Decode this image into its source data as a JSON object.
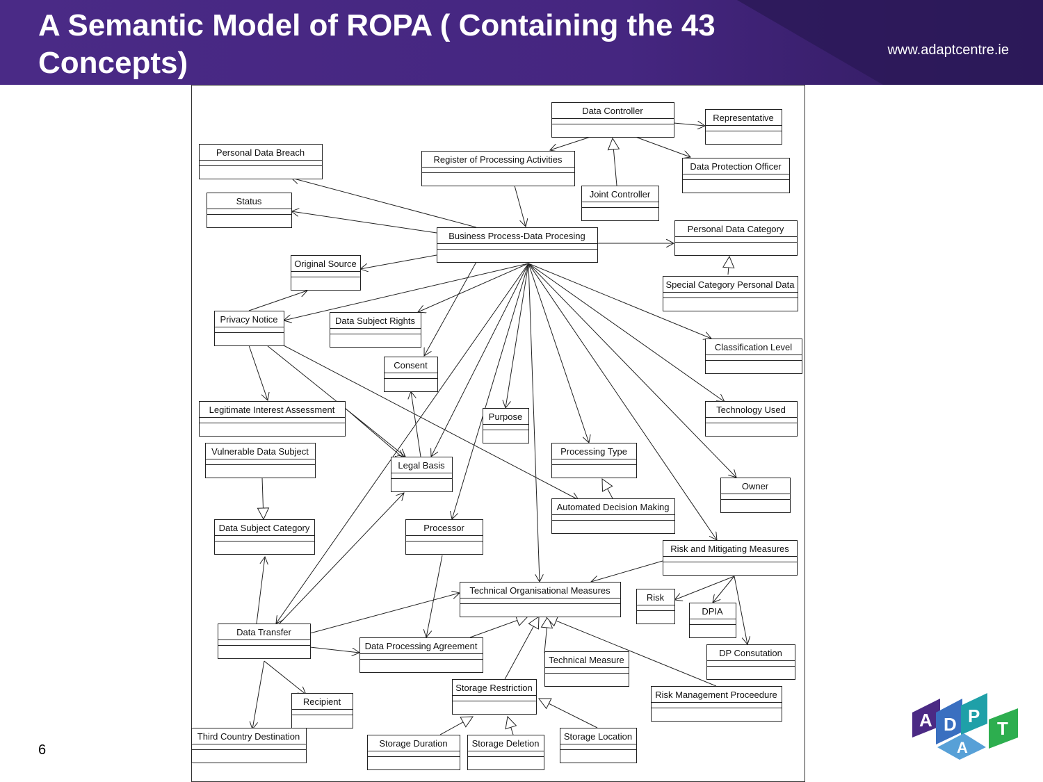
{
  "slide": {
    "title": "A Semantic Model of ROPA ( Containing the 43 Concepts)",
    "website": "www.adaptcentre.ie",
    "page_number": "6"
  },
  "logo": {
    "letters": [
      "A",
      "D",
      "P",
      "A",
      "T"
    ]
  },
  "colors": {
    "header_dark": "#3a1c6e",
    "header_light": "#6b3fa0",
    "logo_purple": "#4b2a84",
    "logo_blue": "#3a8fd0",
    "logo_teal": "#1fb09a",
    "logo_green": "#2dae4f"
  },
  "diagram": {
    "classes": [
      {
        "id": "c1",
        "label": "Data Controller"
      },
      {
        "id": "c2",
        "label": "Representative"
      },
      {
        "id": "c3",
        "label": "Personal Data Breach"
      },
      {
        "id": "c4",
        "label": "Register of Processing Activities"
      },
      {
        "id": "c5",
        "label": "Data Protection Officer"
      },
      {
        "id": "c6",
        "label": "Status"
      },
      {
        "id": "c7",
        "label": "Joint Controller"
      },
      {
        "id": "c8",
        "label": "Personal Data Category"
      },
      {
        "id": "c9",
        "label": "Business Process-Data Procesing"
      },
      {
        "id": "c10",
        "label": "Original Source"
      },
      {
        "id": "c11",
        "label": "Special Category Personal Data"
      },
      {
        "id": "c12",
        "label": "Privacy Notice"
      },
      {
        "id": "c13",
        "label": "Data Subject Rights"
      },
      {
        "id": "c14",
        "label": "Classification Level"
      },
      {
        "id": "c15",
        "label": "Consent"
      },
      {
        "id": "c16",
        "label": "Legitimate Interest Assessment"
      },
      {
        "id": "c17",
        "label": "Purpose"
      },
      {
        "id": "c18",
        "label": "Technology Used"
      },
      {
        "id": "c19",
        "label": "Vulnerable Data Subject"
      },
      {
        "id": "c20",
        "label": "Processing Type"
      },
      {
        "id": "c21",
        "label": "Legal Basis"
      },
      {
        "id": "c22",
        "label": "Owner"
      },
      {
        "id": "c23",
        "label": "Automated Decision Making"
      },
      {
        "id": "c24",
        "label": "Data Subject Category"
      },
      {
        "id": "c25",
        "label": "Processor"
      },
      {
        "id": "c26",
        "label": "Risk and Mitigating Measures"
      },
      {
        "id": "c27",
        "label": "Technical Organisational Measures"
      },
      {
        "id": "c28",
        "label": "Risk"
      },
      {
        "id": "c29",
        "label": "DPIA"
      },
      {
        "id": "c30",
        "label": "Data Transfer"
      },
      {
        "id": "c31",
        "label": "Data Processing Agreement"
      },
      {
        "id": "c32",
        "label": "DP Consutation"
      },
      {
        "id": "c33",
        "label": "Technical Measure"
      },
      {
        "id": "c34",
        "label": "Storage Restriction"
      },
      {
        "id": "c35",
        "label": "Risk Management Proceedure"
      },
      {
        "id": "c36",
        "label": "Recipient"
      },
      {
        "id": "c37",
        "label": "Third Country Destination"
      },
      {
        "id": "c38",
        "label": "Storage Duration"
      },
      {
        "id": "c39",
        "label": "Storage Deletion"
      },
      {
        "id": "c40",
        "label": "Storage Location"
      }
    ],
    "relations": [
      {
        "from": "c1",
        "to": "c2",
        "kind": "association"
      },
      {
        "from": "c1",
        "to": "c4",
        "kind": "association"
      },
      {
        "from": "c1",
        "to": "c5",
        "kind": "association"
      },
      {
        "from": "c7",
        "to": "c1",
        "kind": "generalization"
      },
      {
        "from": "c4",
        "to": "c9",
        "kind": "association"
      },
      {
        "from": "c9",
        "to": "c3",
        "kind": "association"
      },
      {
        "from": "c9",
        "to": "c6",
        "kind": "association"
      },
      {
        "from": "c9",
        "to": "c8",
        "kind": "association"
      },
      {
        "from": "c9",
        "to": "c10",
        "kind": "association"
      },
      {
        "from": "c11",
        "to": "c8",
        "kind": "generalization"
      },
      {
        "from": "c9",
        "to": "c12",
        "kind": "association"
      },
      {
        "from": "c9",
        "to": "c13",
        "kind": "association"
      },
      {
        "from": "c9",
        "to": "c15",
        "kind": "association"
      },
      {
        "from": "c9",
        "to": "c14",
        "kind": "association"
      },
      {
        "from": "c9",
        "to": "c18",
        "kind": "association"
      },
      {
        "from": "c9",
        "to": "c22",
        "kind": "association"
      },
      {
        "from": "c9",
        "to": "c26",
        "kind": "association"
      },
      {
        "from": "c9",
        "to": "c20",
        "kind": "association"
      },
      {
        "from": "c9",
        "to": "c17",
        "kind": "association"
      },
      {
        "from": "c9",
        "to": "c21",
        "kind": "association"
      },
      {
        "from": "c9",
        "to": "c25",
        "kind": "association"
      },
      {
        "from": "c9",
        "to": "c27",
        "kind": "association"
      },
      {
        "from": "c9",
        "to": "c30",
        "kind": "association"
      },
      {
        "from": "c12",
        "to": "c10",
        "kind": "association"
      },
      {
        "from": "c12",
        "to": "c16",
        "kind": "association"
      },
      {
        "from": "c12",
        "to": "c21",
        "kind": "association"
      },
      {
        "from": "c12",
        "to": "c23",
        "kind": "association"
      },
      {
        "from": "c16",
        "to": "c21",
        "kind": "association"
      },
      {
        "from": "c21",
        "to": "c15",
        "kind": "association"
      },
      {
        "from": "c23",
        "to": "c20",
        "kind": "generalization"
      },
      {
        "from": "c19",
        "to": "c24",
        "kind": "generalization"
      },
      {
        "from": "c30",
        "to": "c24",
        "kind": "association"
      },
      {
        "from": "c30",
        "to": "c21",
        "kind": "association"
      },
      {
        "from": "c30",
        "to": "c27",
        "kind": "association"
      },
      {
        "from": "c30",
        "to": "c31",
        "kind": "association"
      },
      {
        "from": "c30",
        "to": "c36",
        "kind": "association"
      },
      {
        "from": "c30",
        "to": "c37",
        "kind": "association"
      },
      {
        "from": "c25",
        "to": "c31",
        "kind": "association"
      },
      {
        "from": "c26",
        "to": "c27",
        "kind": "association"
      },
      {
        "from": "c26",
        "to": "c28",
        "kind": "association"
      },
      {
        "from": "c26",
        "to": "c29",
        "kind": "association"
      },
      {
        "from": "c26",
        "to": "c32",
        "kind": "association"
      },
      {
        "from": "c31",
        "to": "c27",
        "kind": "generalization"
      },
      {
        "from": "c34",
        "to": "c27",
        "kind": "generalization"
      },
      {
        "from": "c33",
        "to": "c27",
        "kind": "generalization"
      },
      {
        "from": "c35",
        "to": "c27",
        "kind": "generalization"
      },
      {
        "from": "c38",
        "to": "c34",
        "kind": "generalization"
      },
      {
        "from": "c39",
        "to": "c34",
        "kind": "generalization"
      },
      {
        "from": "c40",
        "to": "c34",
        "kind": "generalization"
      }
    ]
  }
}
